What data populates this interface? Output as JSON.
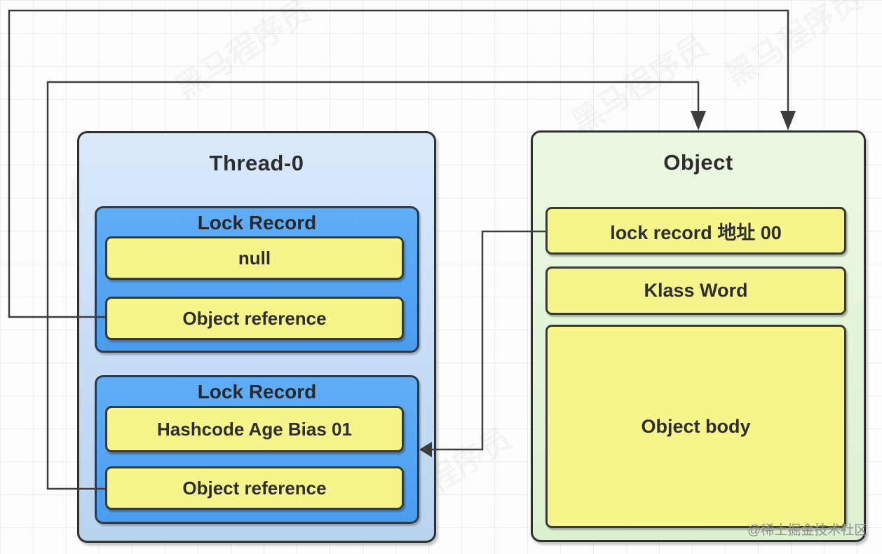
{
  "diagram": {
    "thread_box": {
      "title": "Thread-0",
      "lock_records": [
        {
          "title": "Lock Record",
          "slots": [
            "null",
            "Object reference"
          ]
        },
        {
          "title": "Lock Record",
          "slots": [
            "Hashcode Age Bias 01",
            "Object reference"
          ]
        }
      ]
    },
    "object_box": {
      "title": "Object",
      "fields": [
        "lock record 地址 00",
        "Klass Word",
        "Object body"
      ]
    },
    "connectors": [
      "object-reference-1 to object-top",
      "object-reference-2 to object-top",
      "lock-record-address to lock-record-2"
    ]
  },
  "watermark": {
    "brand": "黑马程序员",
    "credit": "@稀土掘金技术社区"
  },
  "colors": {
    "thread_box_fill": "#c7ddf6",
    "lock_record_fill": "#53a4f2",
    "slot_fill": "#f6f58c",
    "object_box_fill": "#e3f4d8",
    "box_border": "#303030",
    "connector": "#3d3d3d",
    "grid_line": "#ececec",
    "credit_text": "#8f8f8f"
  }
}
